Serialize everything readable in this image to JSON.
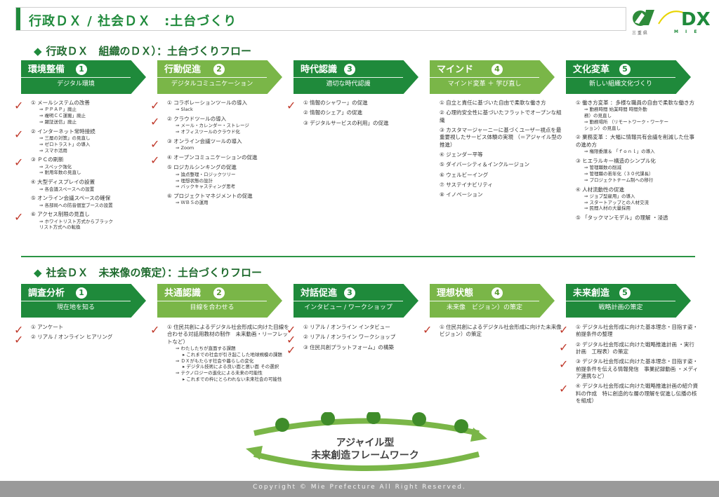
{
  "header": {
    "title": "行政ＤＸ / 社会ＤＸ　:土台づくり"
  },
  "logo": {
    "text": "DX",
    "sub_left": "三 重 県",
    "sub_right": "M I E"
  },
  "section1": {
    "title": "行政ＤＸ　組織のＤＸ）：土台づくりフロー",
    "steps": [
      {
        "label": "環境整備",
        "num": "1",
        "sub": "デジタル環境",
        "items": [
          {
            "text": "① メールシステムの改善",
            "checked": true,
            "subs": [
              "⇒ ＰＰＡＰ」廃止",
              "⇒ 複明ＣＣ運搬」廃止",
              "⇒ 躍証送信」廃止"
            ]
          },
          {
            "text": "② インターネット常時接続",
            "checked": true,
            "subs": [
              "⇒ 三層の対策」の見直し",
              "⇒ ゼロトラスト」の導入",
              "⇒ スマホ活用"
            ]
          },
          {
            "text": "③ ＰＣの刷新",
            "checked": true,
            "subs": [
              "⇒ スペック強化",
              "⇒ 耐用年数の見直し"
            ]
          },
          {
            "text": "④ 大型ディスプレイの設置",
            "checked": false,
            "subs": [
              "⇒ 各会議スペースへの設置"
            ]
          },
          {
            "text": "⑤ オンライン会議スペースの確保",
            "checked": false,
            "subs": [
              "⇒ 各部局への防音個室ブースの設置"
            ]
          },
          {
            "text": "⑥ アクセス制限の見直し",
            "checked": true,
            "subs": [
              "⇒ ホワイトリスト方式からブラック",
              "リスト方式への転換"
            ]
          }
        ]
      },
      {
        "label": "行動促進",
        "num": "2",
        "sub": "デジタルコミュニケーション",
        "items": [
          {
            "text": "① コラボレーションツールの導入",
            "checked": true,
            "subs": [
              "⇒ Slack"
            ]
          },
          {
            "text": "② クラウドツールの導入",
            "checked": true,
            "subs": [
              "⇒ メール・カレンダー・ストレージ",
              "⇒ オフィスツールのクラウド化"
            ]
          },
          {
            "text": "③ オンライン会議ツールの導入",
            "checked": true,
            "subs": [
              "⇒ Zoom"
            ]
          },
          {
            "text": "④ オープンコミュニケーションの促進",
            "checked": true,
            "subs": []
          },
          {
            "text": "⑤ ロジカルシンキングの促進",
            "checked": false,
            "subs": [
              "⇒ 論点整理・ロジックツリー",
              "⇒ 理想状態の設計",
              "⇒ バックキャスティング思考"
            ]
          },
          {
            "text": "⑥ プロジェクトマネジメントの促進",
            "checked": false,
            "subs": [
              "⇒ ＷＢＳの運用"
            ]
          }
        ]
      },
      {
        "label": "時代認識",
        "num": "3",
        "sub": "適切な時代認識",
        "items": [
          {
            "text": "① 情報のシャワー」の促進",
            "checked": true,
            "subs": []
          },
          {
            "text": "② 情報のシェア」の促進",
            "checked": false,
            "subs": []
          },
          {
            "text": "③ デジタルサービスの利用」の促進",
            "checked": false,
            "subs": []
          }
        ]
      },
      {
        "label": "マインド",
        "num": "4",
        "sub": "マインド変革 ＋ 学び直し",
        "items": [
          {
            "text": "① 自立と責任に基づいた自由で柔軟な働き方",
            "checked": false,
            "subs": []
          },
          {
            "text": "② 心理的安全性に基づいたフラットでオープンな組織",
            "checked": false,
            "subs": []
          },
          {
            "text": "③ カスタマージャーニーに基づくユーザー視点を最重要視したサービス体験の実現 （＝アジャイル型の推進）",
            "checked": false,
            "subs": []
          },
          {
            "text": "④ ジェンダー平等",
            "checked": false,
            "subs": []
          },
          {
            "text": "⑤ ダイバーシティ＆インクルージョン",
            "checked": false,
            "subs": []
          },
          {
            "text": "⑥ ウェルビーイング",
            "checked": false,
            "subs": []
          },
          {
            "text": "⑦ サステイナビリティ",
            "checked": false,
            "subs": []
          },
          {
            "text": "⑧ イノベーション",
            "checked": false,
            "subs": []
          }
        ]
      },
      {
        "label": "文化変革",
        "num": "5",
        "sub": "新しい組織文化づくり",
        "items": [
          {
            "text": "① 働き方変革 ：多様な職員の自由で柔軟な働き方",
            "checked": false,
            "subs": [
              "⇒ 勤務時間 始業時間 時間外勤",
              "務）の見直し",
              "⇒ 勤務場所 （リモートワーク・ワーケー",
              "ション）の見直し"
            ]
          },
          {
            "text": "② 業務変革 ：大幅に情報共有会議を削減した仕事の進め方",
            "checked": false,
            "subs": [
              "⇒ 権限委譲＆ 「ｆｏｎｌ」の導入"
            ]
          },
          {
            "text": "③ ヒエラルキー構造のシンプル化",
            "checked": false,
            "subs": [
              "⇒ 管理職数の削減",
              "⇒ 管理職の若年化（３０代課長）",
              "⇒ プロジェクトチーム制への移行"
            ]
          },
          {
            "text": "④ 人材流動性の促進",
            "checked": false,
            "subs": [
              "⇒ ジョブ型雇用」の導入",
              "⇒ スタートアップとの人材交流",
              "⇒ 民間人材の大量採用"
            ]
          },
          {
            "text": "⑤ 「タックマンモデル」の理解 ・浸透",
            "checked": false,
            "subs": []
          }
        ]
      }
    ]
  },
  "section2": {
    "title": "社会ＤＸ　未来像の策定）：土台づくりフロー",
    "steps": [
      {
        "label": "調査分析",
        "num": "1",
        "sub": "現在地を知る",
        "items": [
          {
            "text": "① アンケート",
            "checked": true,
            "subs": []
          },
          {
            "text": "② リアル / オンライン ヒアリング",
            "checked": true,
            "subs": []
          }
        ]
      },
      {
        "label": "共通認識",
        "num": "2",
        "sub": "目線を合わせる",
        "items": [
          {
            "text": "① 住民共創によるデジタル社会形成に向けた目線を合わせる対話用教材の制作　未来動画・リーフレットなど）",
            "checked": true,
            "subs": [
              "⇒ わたしたちが直面する課題",
              "▸ これまでの社会が引き起こした地球規模の課題",
              "⇒ ＤＸがもたらす社会や暮らしの変化",
              "▸ デジタル技術による良い面と悪い面 その選択",
              "⇒ テクノロジーの進化による未来の可能性",
              "▸ これまでの枠にとらわれない未来社会の可能性"
            ]
          }
        ]
      },
      {
        "label": "対話促進",
        "num": "3",
        "sub": "インタビュー / ワークショップ",
        "items": [
          {
            "text": "① リアル / オンライン インタビュー",
            "checked": true,
            "subs": []
          },
          {
            "text": "② リアル / オンライン ワークショップ",
            "checked": true,
            "subs": []
          },
          {
            "text": "③ 住民共創プラットフォーム」の構築",
            "checked": true,
            "subs": []
          }
        ]
      },
      {
        "label": "理想状態",
        "num": "4",
        "sub": "未来像　ビジョン）の策定",
        "items": [
          {
            "text": "① 住民共創によるデジタル社会形成に向けた未来像　ビジョン）の策定",
            "checked": true,
            "subs": []
          }
        ]
      },
      {
        "label": "未来創造",
        "num": "5",
        "sub": "戦略計画の策定",
        "items": [
          {
            "text": "① デジタル社会形成に向けた基本理念・目指す姿・前提条件の整理",
            "checked": true,
            "subs": []
          },
          {
            "text": "② デジタル社会形成に向けた戦略推進計画 ・実行計画　工程表）の策定",
            "checked": true,
            "subs": []
          },
          {
            "text": "③ デジタル社会形成に向けた基本理念・目指す姿・前提条件を伝える情報発信　事業記録動画 ・メディア連携など）",
            "checked": true,
            "subs": []
          },
          {
            "text": "④ デジタル社会形成に向けた戦略推進計画の紹介資料の作成　特に創造的な層の理解を促進し伝播の核を組成）",
            "checked": true,
            "subs": []
          }
        ]
      }
    ]
  },
  "agile": {
    "line1": "アジャイル型",
    "line2": "未来創造フレームワーク"
  },
  "footer": {
    "text": "Copyright © Mie Prefecture All Right Reserved."
  },
  "colors": {
    "green": "#1f8a3b",
    "light_green": "#7ab648",
    "check_red": "#c0392b"
  }
}
